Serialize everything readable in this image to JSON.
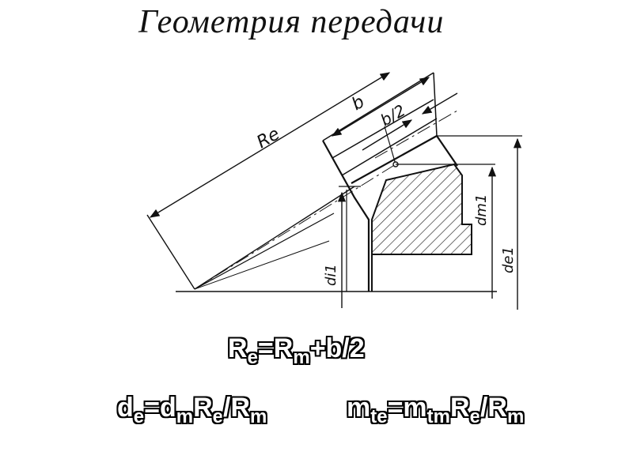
{
  "title": "Геометрия передачи",
  "diagram": {
    "labels": {
      "Re": "Re",
      "b": "b",
      "b_half": "b/2",
      "dm1": "dm1",
      "de1": "de1",
      "di1": "di1"
    }
  },
  "formulas": {
    "f1": {
      "a": "R",
      "a_sub": "e",
      "eq": "=R",
      "b_sub": "m",
      "tail": "+b/2"
    },
    "f2": {
      "a": "d",
      "a_sub": "e",
      "eq": "=d",
      "b_sub": "m",
      "c": "R",
      "c_sub": "e",
      "slash": "/R",
      "d_sub": "m"
    },
    "f3": {
      "a": "m",
      "a_sub": "te",
      "eq": "=m",
      "b_sub": "tm",
      "c": "R",
      "c_sub": "e",
      "slash": "/R",
      "d_sub": "m"
    }
  }
}
